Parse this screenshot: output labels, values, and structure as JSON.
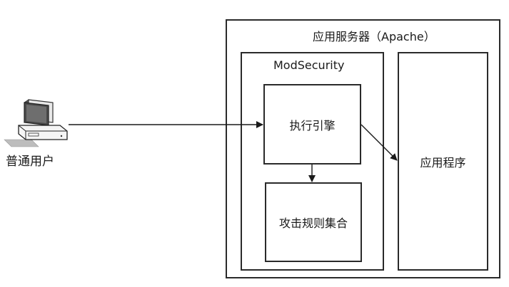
{
  "user": {
    "label": "普通用户",
    "icon": "desktop-computer-icon"
  },
  "server": {
    "title": "应用服务器（Apache）"
  },
  "modsecurity": {
    "title": "ModSecurity",
    "engine": "执行引擎",
    "rules": "攻击规则集合"
  },
  "application": {
    "label": "应用程序"
  },
  "colors": {
    "line": "#2a2a2a",
    "background": "#ffffff"
  }
}
